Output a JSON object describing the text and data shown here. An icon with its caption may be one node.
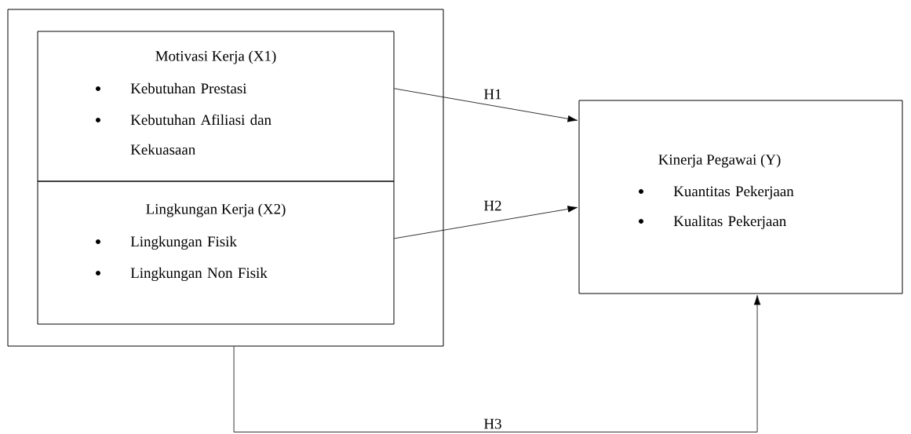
{
  "diagram": {
    "nodes": [
      {
        "text": [],
        "shape": "box"
      },
      {
        "text": [
          "Motivasi Kerja (X1)",
          "Kebutuhan Prestasi",
          "Kebutuhan Afiliasi dan Kekuasaan"
        ],
        "in": 0
      },
      {
        "text": [
          "Lingkungan Kerja (X2)",
          "Lingkungan Fisik",
          "Lingkungan Non Fisik"
        ],
        "in": 0
      },
      {
        "text": [
          "Kinerja Pegawai (Y)",
          "Kuantitas Pekerjaan",
          "Kualitas Pekerjaan"
        ]
      }
    ],
    "edges": [
      {
        "from": 1,
        "to": 3,
        "arrow": "to",
        "label": "H1"
      },
      {
        "from": 2,
        "to": 3,
        "arrow": "to",
        "label": "H2"
      },
      {
        "from": 0,
        "to": 3,
        "arrow": "to",
        "label": "H3"
      }
    ]
  }
}
